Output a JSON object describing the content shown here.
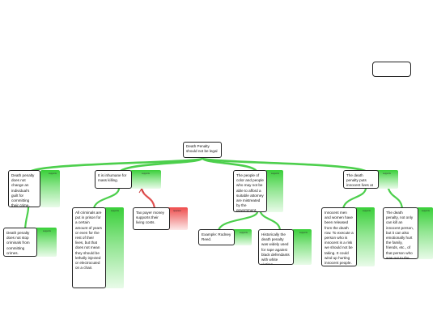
{
  "root": {
    "text": "Death Penalty should not be legal"
  },
  "reasons": [
    {
      "text": "Death penalty does not change an individual's guilt for committing their crime.",
      "tag": "supports"
    },
    {
      "text": "It is inhumane for mass killing.",
      "tag": "supports"
    },
    {
      "text": "The people of color and people who may not be able to afford a suitable attorney are mistreated by the government.",
      "tag": "supports"
    },
    {
      "text": "The death penalty puts innocent lives at risk.",
      "tag": "supports"
    }
  ],
  "evidence": [
    {
      "text": "Death penalty does not stop criminals from committing crimes.",
      "tag": "supports"
    },
    {
      "text": "All criminals are put in prison for a certain amount of years or even for the rest of their lives, but that does not mean they should be lethally injected or electrocuted on a chair.",
      "tag": "supports"
    },
    {
      "text": "Tax payer money supports their living costs.",
      "tag": "opposes"
    },
    {
      "text": "Example: Rodney Reed.",
      "tag": "supports"
    },
    {
      "text": "Historically the death penalty was widely used for rape against black defendants with white victims.",
      "tag": "supports"
    },
    {
      "text": "Innocent men and women have been released from the death row. To execute a person who is innocent is a risk we should not be taking. It could wind up hurting innocent people.",
      "tag": "supports"
    },
    {
      "text": "The death penalty, not only can kill an innocent person, but it can also emotionally hurt the family, friends, etc., of that person who was put to the death penalty.",
      "tag": "supports"
    }
  ],
  "colors": {
    "support": "#3cc83c",
    "oppose": "#e04848",
    "border": "#222222"
  }
}
